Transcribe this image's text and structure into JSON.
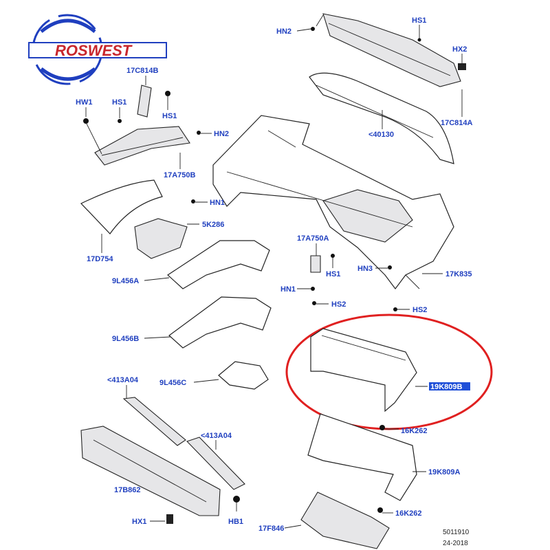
{
  "logo": {
    "text": "ROSWEST",
    "primary_color": "#1f3fbf",
    "accent_color": "#c8262c"
  },
  "labels": {
    "hn2_top": "HN2",
    "hs1_top": "HS1",
    "hx2": "HX2",
    "c17_814b": "17C814B",
    "hw1": "HW1",
    "hs1_a": "HS1",
    "hs1_b": "HS1",
    "hn2_mid": "HN2",
    "c17_814a": "17C814A",
    "c40130": "<40130",
    "a17_750b": "17A750B",
    "hn1_a": "HN1",
    "k5_286": "5K286",
    "d17_754": "17D754",
    "a17_750a": "17A750A",
    "hn3": "HN3",
    "hs1_c": "HS1",
    "k17_835": "17K835",
    "a9l456a": "9L456A",
    "hn1_b": "HN1",
    "hs2_a": "HS2",
    "hs2_b": "HS2",
    "b9l456b": "9L456B",
    "a413a04_a": "<413A04",
    "c9l456c": "9L456C",
    "k19_809b": "19K809B",
    "k16_262_a": "16K262",
    "a413a04_b": "<413A04",
    "b17_862": "17B862",
    "a19k809a": "19K809A",
    "hx1": "HX1",
    "hb1": "HB1",
    "k16_262_b": "16K262",
    "f17_846": "17F846"
  },
  "footer": {
    "code": "5011910",
    "date": "24-2018"
  },
  "highlight": {
    "color": "#e02020",
    "selected_label_bg": "#1f4fd8"
  }
}
